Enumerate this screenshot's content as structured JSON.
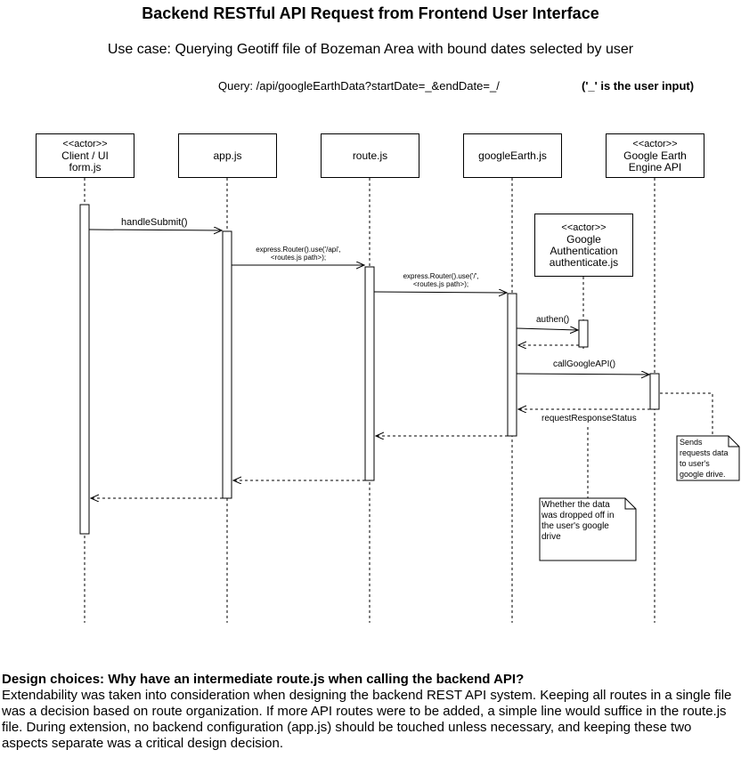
{
  "title": "Backend RESTful API Request from Frontend User Interface",
  "subtitle": "Use case: Querying Geotiff file of Bozeman Area with bound dates selected by user",
  "query": "Query: /api/googleEarthData?startDate=_&endDate=_/",
  "query_note": "('_' is the user input)",
  "lifelines": {
    "client": {
      "stereotype": "<<actor>>",
      "line1": "Client / UI",
      "line2": "form.js"
    },
    "app": {
      "label": "app.js"
    },
    "route": {
      "label": "route.js"
    },
    "googleEarth": {
      "label": "googleEarth.js"
    },
    "gee": {
      "stereotype": "<<actor>>",
      "line1": "Google Earth",
      "line2": "Engine API"
    },
    "auth": {
      "stereotype": "<<actor>>",
      "line1": "Google",
      "line2": "Authentication",
      "line3": "authenticate.js"
    }
  },
  "messages": {
    "handleSubmit": "handleSubmit()",
    "app_use_1": "express.Router().use('/api',",
    "app_use_2": "<routes.js path>);",
    "route_use_1": "express.Router().use('/',",
    "route_use_2": "<routes.js path>);",
    "authen": "authen()",
    "callGoogleAPI": "callGoogleAPI()",
    "requestResponseStatus": "requestResponseStatus"
  },
  "notes": {
    "sends": [
      "Sends",
      "requests data",
      "to user's",
      "google drive."
    ],
    "whether": [
      "Whether the data",
      "was dropped off in",
      "the user's google",
      "drive"
    ]
  },
  "design": {
    "heading": "Design choices: Why have an intermediate route.js when calling the backend API?",
    "body": "Extendability was taken into consideration when designing the backend REST API system. Keeping all routes in a single file was a decision based on route organization. If more API routes were to be added, a simple line would suffice in the route.js file. During extension, no backend configuration (app.js) should be touched unless necessary, and keeping these two aspects separate was a critical design decision."
  }
}
